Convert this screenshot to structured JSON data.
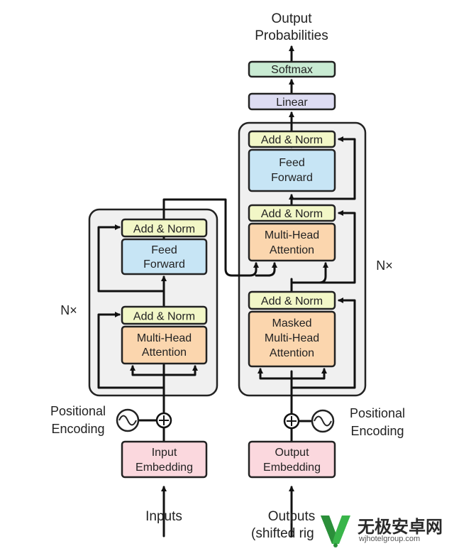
{
  "encoder": {
    "nx_label": "N×",
    "add_norm_top": "Add & Norm",
    "feed_forward": [
      "Feed",
      "Forward"
    ],
    "add_norm_bottom": "Add & Norm",
    "attention": [
      "Multi-Head",
      "Attention"
    ],
    "positional_encoding": [
      "Positional",
      "Encoding"
    ],
    "input_embedding": [
      "Input",
      "Embedding"
    ],
    "inputs": "Inputs"
  },
  "decoder": {
    "nx_label": "N×",
    "add_norm_top": "Add & Norm",
    "feed_forward": [
      "Feed",
      "Forward"
    ],
    "add_norm_mid": "Add & Norm",
    "attention": [
      "Multi-Head",
      "Attention"
    ],
    "add_norm_bottom": "Add & Norm",
    "masked_attention": [
      "Masked",
      "Multi-Head",
      "Attention"
    ],
    "positional_encoding": [
      "Positional",
      "Encoding"
    ],
    "output_embedding": [
      "Output",
      "Embedding"
    ],
    "outputs": [
      "Outputs",
      "(shifted rig"
    ]
  },
  "head": {
    "linear": "Linear",
    "softmax": "Softmax",
    "output_probabilities": [
      "Output",
      "Probabilities"
    ]
  },
  "colors": {
    "add_norm": "#f2f7c7",
    "feed_forward": "#c7e5f5",
    "attention": "#fbd6ae",
    "embedding": "#fbd8de",
    "linear": "#dddcf2",
    "softmax": "#c9ebd3",
    "stack": "#f0f0f0"
  },
  "watermark": {
    "title": "无极安卓网",
    "url": "wjhotelgroup.com"
  }
}
